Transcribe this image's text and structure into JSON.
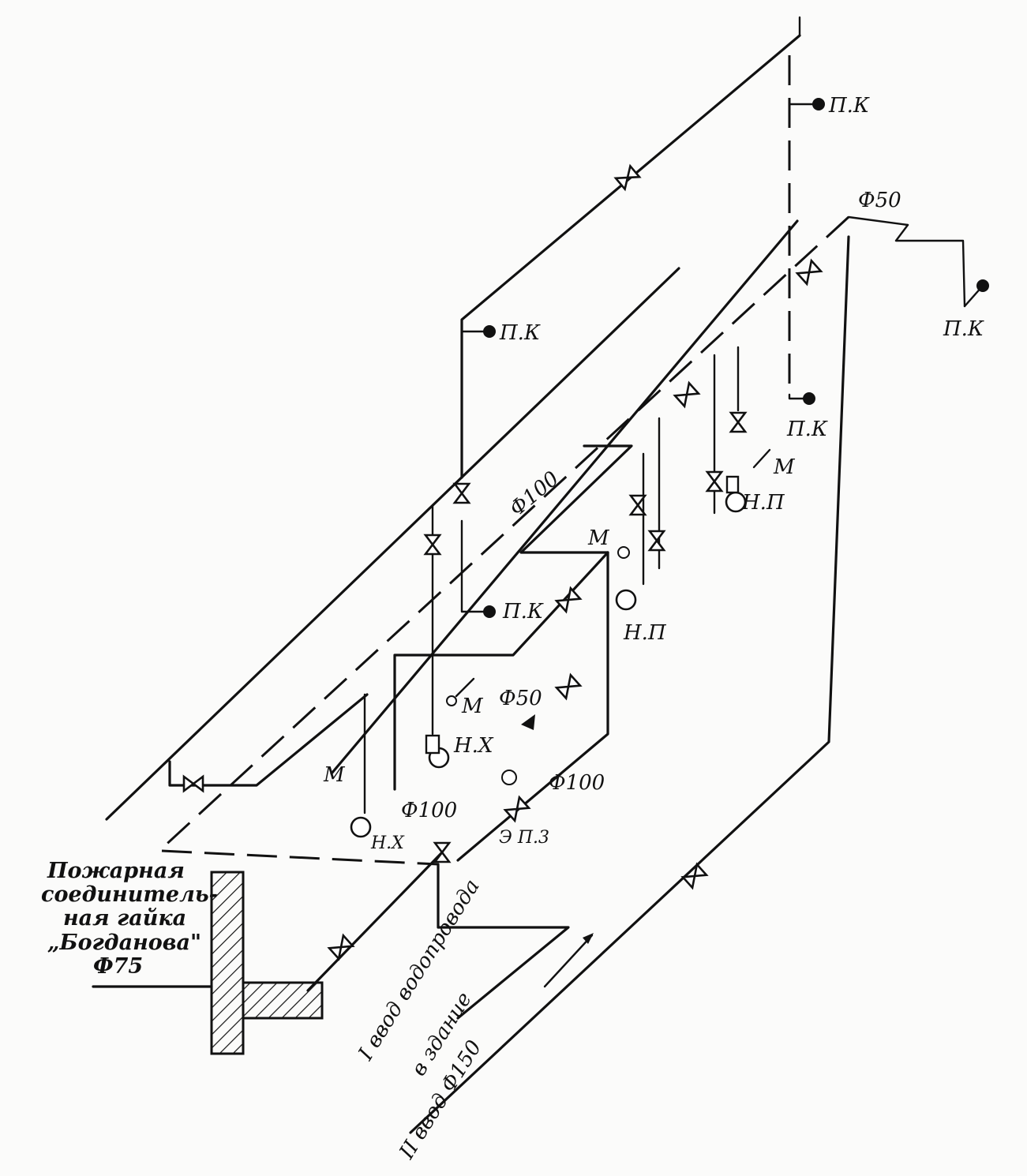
{
  "labels": {
    "pk": "П.К",
    "np": "Н.П",
    "nh": "Н.Х",
    "m": "М",
    "epz": "Э П.3",
    "d50": "Ф50",
    "d100": "Ф100",
    "fire_nut_line1": "Пожарная",
    "fire_nut_line2": "соединитель-",
    "fire_nut_line3": "ная гайка",
    "fire_nut_line4": "„Богданова\"",
    "fire_nut_line5": "Ф75",
    "inlet1_line1": "I ввод водопровода",
    "inlet1_line2": "в здание",
    "inlet2": "II ввод Ф150"
  },
  "icons": [
    "valve-icon",
    "fire-hydrant-icon",
    "pump-icon",
    "pressure-gauge-icon",
    "flow-arrow-icon",
    "wall-section-icon",
    "ground-line-icon"
  ]
}
